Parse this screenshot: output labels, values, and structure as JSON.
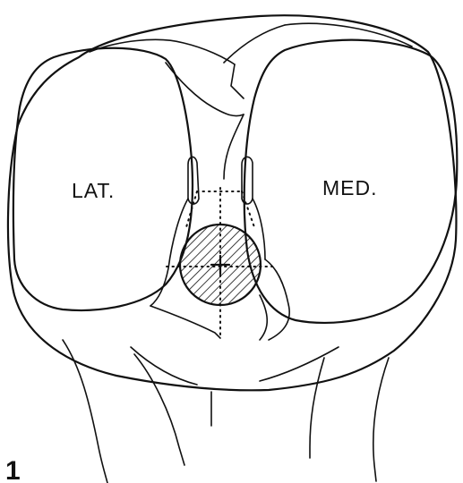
{
  "figure": {
    "number": "1",
    "labels": {
      "lateral": "LAT.",
      "medial": "MED."
    }
  }
}
